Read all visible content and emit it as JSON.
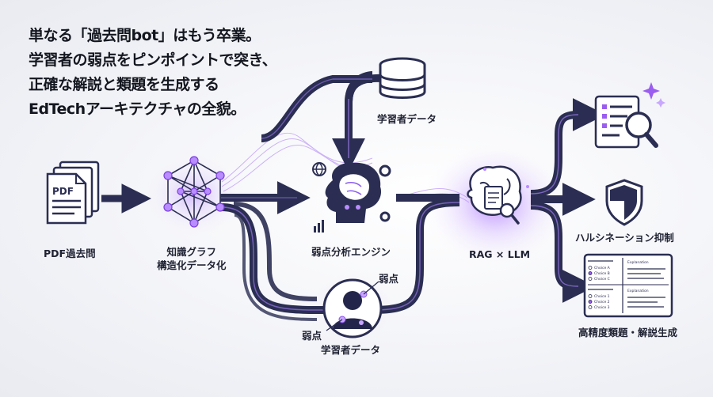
{
  "headline": {
    "line1": "単なる「過去問bot」はもう卒業。",
    "line2": "学習者の弱点をピンポイントで突き、",
    "line3": "正確な解説と類題を生成する",
    "line4": "EdTechアーキテクチャの全貌。"
  },
  "nodes": {
    "pdf": {
      "label": "PDF過去問",
      "icon_text": "PDF"
    },
    "knowledge_graph": {
      "label_line1": "知識グラフ",
      "label_line2": "構造化データ化"
    },
    "learner_data_top": {
      "label": "学習者データ"
    },
    "weakness_engine": {
      "label": "弱点分析エンジン"
    },
    "learner_data_bottom": {
      "label": "学習者データ",
      "weak_label_right": "弱点",
      "weak_label_left": "弱点"
    },
    "rag_llm": {
      "label": "RAG × LLM"
    },
    "hallucination": {
      "label": "ハルシネーション抑制"
    },
    "generation": {
      "label": "高精度類題・解説生成",
      "doc_header": "Explanation",
      "doc_subheader": "Explanation",
      "choices_top": [
        "Choice A",
        "Choice B",
        "Choice C"
      ],
      "choices_bottom": [
        "Choice 1",
        "Choice 2",
        "Choice 3"
      ]
    }
  },
  "colors": {
    "navy": "#2b2e52",
    "purple": "#9b5cf0",
    "purple_light": "#c9a6ff",
    "text": "#1d2030"
  }
}
